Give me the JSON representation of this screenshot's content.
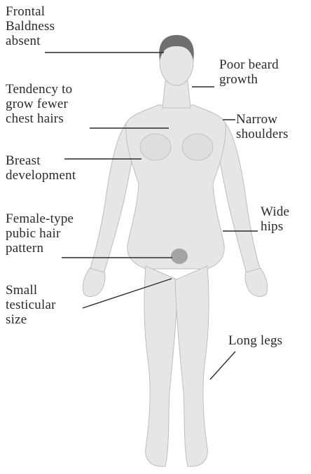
{
  "labels": {
    "frontal_baldness": "Frontal\nBaldness\nabsent",
    "chest_hair": "Tendency to\ngrow fewer\nchest hairs",
    "breast": "Breast\ndevelopment",
    "pubic_hair": "Female-type\npubic hair\npattern",
    "testicular": "Small\ntesticular\nsize",
    "beard": "Poor beard\ngrowth",
    "shoulders": "Narrow\nshoulders",
    "hips": "Wide\nhips",
    "legs": "Long legs"
  },
  "colors": {
    "skin": "#e6e6e6",
    "outline": "#bdbdbd",
    "hair": "#6f6f6f",
    "pubic": "#a4a4a4",
    "leader": "#2b2b2b",
    "text": "#2a2a2a"
  }
}
